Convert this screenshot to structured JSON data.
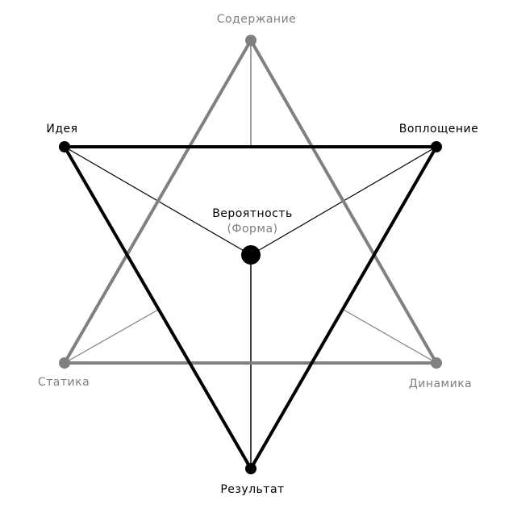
{
  "colors": {
    "dark": "#000000",
    "gray_line": "#808080",
    "gray_node": "#808080",
    "gray_text": "#7f7f7f",
    "dark_text": "#000000",
    "background": "#ffffff"
  },
  "center": {
    "title": "Вероятность",
    "subtitle": "(Форма)"
  },
  "dark_triangle": {
    "top_left": "Идея",
    "top_right": "Воплощение",
    "bottom": "Результат"
  },
  "gray_triangle": {
    "top": "Содержание",
    "bottom_left": "Статика",
    "bottom_right": "Динамика"
  }
}
